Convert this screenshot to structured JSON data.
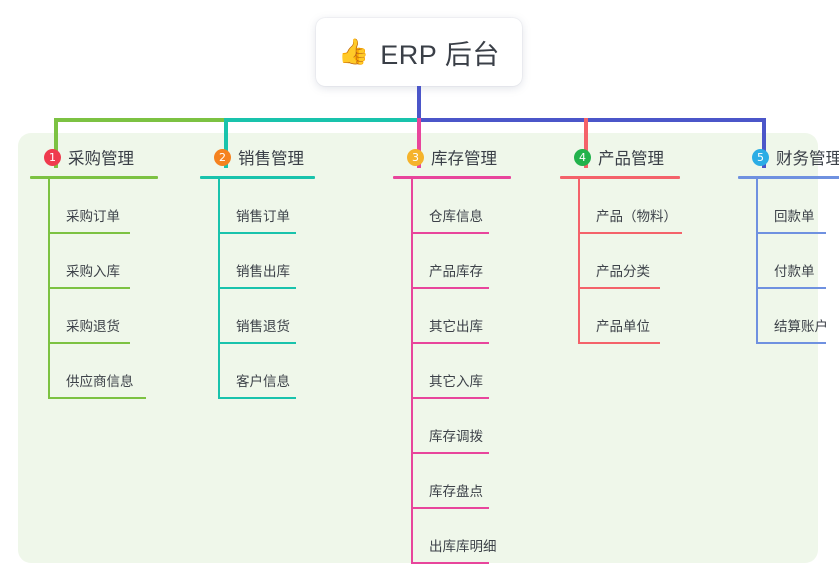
{
  "diagram": {
    "type": "mind-map",
    "root": {
      "icon": "thumbs-up-emoji",
      "icon_glyph": "👍",
      "title": "ERP 后台"
    },
    "panel_color": "#eff7ea",
    "trunk_color": "#4b56c9",
    "connector_segments": [
      {
        "color": "#7cc242",
        "from": "branch-1",
        "to": "branch-2"
      },
      {
        "color": "#19c3ac",
        "from": "branch-2",
        "to": "branch-3"
      },
      {
        "color": "#4b56c9",
        "from": "branch-3",
        "to": "branch-5"
      }
    ],
    "branches": [
      {
        "number": "1",
        "title": "采购管理",
        "badge_color": "#ef3b4e",
        "line_color": "#7cc242",
        "drop_color": "#7cc242",
        "items": [
          "采购订单",
          "采购入库",
          "采购退货",
          "供应商信息"
        ]
      },
      {
        "number": "2",
        "title": "销售管理",
        "badge_color": "#f5821f",
        "line_color": "#19c3ac",
        "drop_color": "#19c3ac",
        "items": [
          "销售订单",
          "销售出库",
          "销售退货",
          "客户信息"
        ]
      },
      {
        "number": "3",
        "title": "库存管理",
        "badge_color": "#f5b32b",
        "line_color": "#e8459c",
        "drop_color": "#e8459c",
        "items": [
          "仓库信息",
          "产品库存",
          "其它出库",
          "其它入库",
          "库存调拨",
          "库存盘点",
          "出库库明细"
        ]
      },
      {
        "number": "4",
        "title": "产品管理",
        "badge_color": "#22b24c",
        "line_color": "#f4626a",
        "drop_color": "#f4626a",
        "items": [
          "产品（物料）",
          "产品分类",
          "产品单位"
        ]
      },
      {
        "number": "5",
        "title": "财务管理",
        "badge_color": "#2badE5",
        "line_color": "#6f91e0",
        "drop_color": "#4b56c9",
        "items": [
          "回款单",
          "付款单",
          "结算账户"
        ]
      }
    ]
  }
}
